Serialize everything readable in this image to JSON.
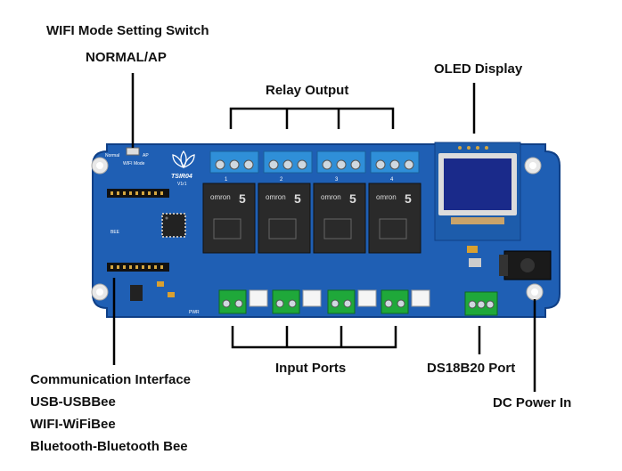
{
  "labels": {
    "wifi_switch_title": "WIFI Mode Setting Switch",
    "wifi_switch_modes": "NORMAL/AP",
    "relay_output": "Relay Output",
    "oled_display": "OLED Display",
    "input_ports": "Input Ports",
    "ds18b20_port": "DS18B20 Port",
    "dc_power_in": "DC Power In",
    "comm_interface": "Communication Interface",
    "comm_usb": "USB-USBBee",
    "comm_wifi": "WIFI-WiFiBee",
    "comm_bluetooth": "Bluetooth-Bluetooth Bee"
  },
  "board": {
    "brand": "TSIR04",
    "version": "V1r1",
    "switch_normal": "Normal",
    "switch_ap": "AP",
    "switch_caption": "WIFI Mode",
    "relay_brand": "omron",
    "relay_model": "5",
    "relay_numbers": [
      "1",
      "2",
      "3",
      "4"
    ],
    "pwr_label": "PWR",
    "bee_label": "BEE"
  },
  "colors": {
    "pcb": "#1f5fb4",
    "pcb_edge": "#0f3f86",
    "terminal_blue": "#2f8fd8",
    "terminal_green": "#1fa83a",
    "relay_black": "#2a2a2a",
    "oled_screen": "#1a2a8a"
  }
}
